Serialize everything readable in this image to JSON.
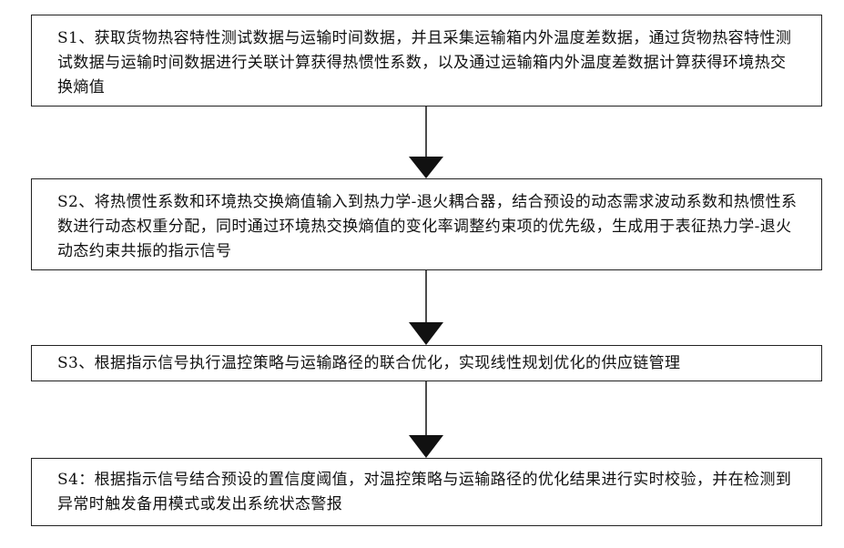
{
  "steps": [
    {
      "id": "S1",
      "text": "S1、获取货物热容特性测试数据与运输时间数据，并且采集运输箱内外温度差数据，通过货物热容特性测试数据与运输时间数据进行关联计算获得热惯性系数，以及通过运输箱内外温度差数据计算获得环境热交换熵值"
    },
    {
      "id": "S2",
      "text": "S2、将热惯性系数和环境热交换熵值输入到热力学-退火耦合器，结合预设的动态需求波动系数和热惯性系数进行动态权重分配，同时通过环境热交换熵值的变化率调整约束项的优先级，生成用于表征热力学-退火动态约束共振的指示信号"
    },
    {
      "id": "S3",
      "text": "S3、根据指示信号执行温控策略与运输路径的联合优化，实现线性规划优化的供应链管理"
    },
    {
      "id": "S4",
      "text": "S4：根据指示信号结合预设的置信度阈值，对温控策略与运输路径的优化结果进行实时校验，并在检测到异常时触发备用模式或发出系统状态警报"
    }
  ],
  "colors": {
    "border": "#222222",
    "arrow": "#111111",
    "background": "#ffffff"
  }
}
